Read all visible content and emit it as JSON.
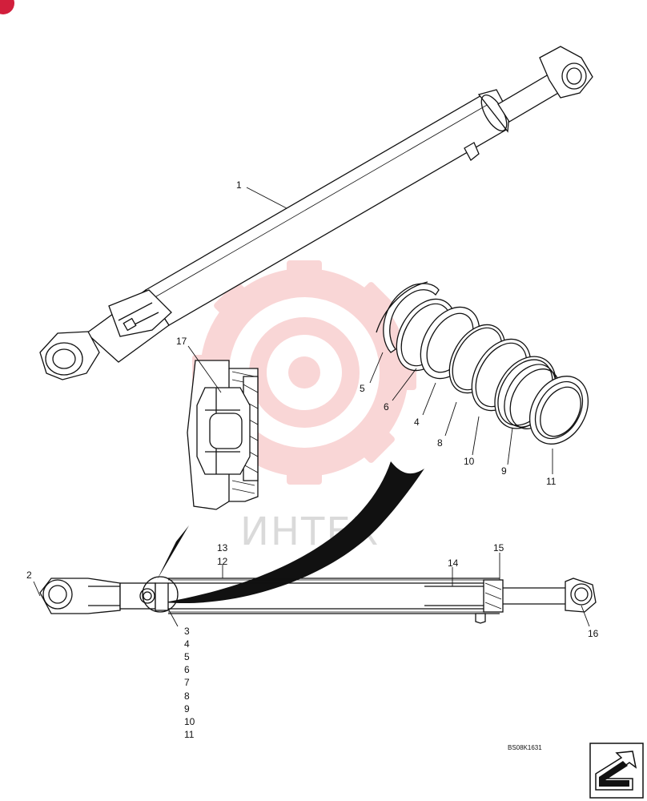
{
  "diagram": {
    "drawing_code": "BS08K1631",
    "callouts": {
      "c1": "1",
      "c2": "2",
      "c3": "3",
      "c4": "4",
      "c5": "5",
      "c6": "6",
      "c7": "7",
      "c8": "8",
      "c9": "9",
      "c10": "10",
      "c11": "11",
      "c12": "12",
      "c13": "13",
      "c14": "14",
      "c15": "15",
      "c16": "16",
      "c17": "17"
    },
    "seal_list": [
      "3",
      "4",
      "5",
      "6",
      "7",
      "8",
      "9",
      "10",
      "11"
    ],
    "seal_ring_callouts": {
      "r5": "5",
      "r6": "6",
      "r4": "4",
      "r8": "8",
      "r10": "10",
      "r9": "9",
      "r11": "11"
    }
  },
  "watermark": {
    "text": "ИНТЕХ",
    "color": "#e8484b"
  },
  "nav": {
    "next_icon": "arrow-next-icon"
  }
}
